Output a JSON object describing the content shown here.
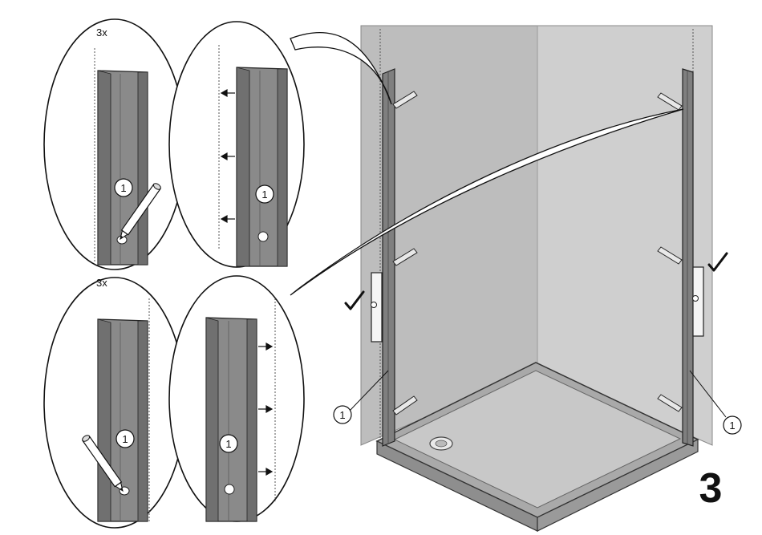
{
  "step_number": "3",
  "detail_multipliers": [
    "3x",
    "3x"
  ],
  "part_callout": "1",
  "colors": {
    "wall_left": "#bdbdbd",
    "wall_right": "#cfcfcf",
    "tray": "#c4c4c4",
    "profile": "#8c8c8c",
    "outline": "#111111"
  },
  "icons": [
    "pencil-icon",
    "check-mark-icon",
    "arrow-icon"
  ]
}
